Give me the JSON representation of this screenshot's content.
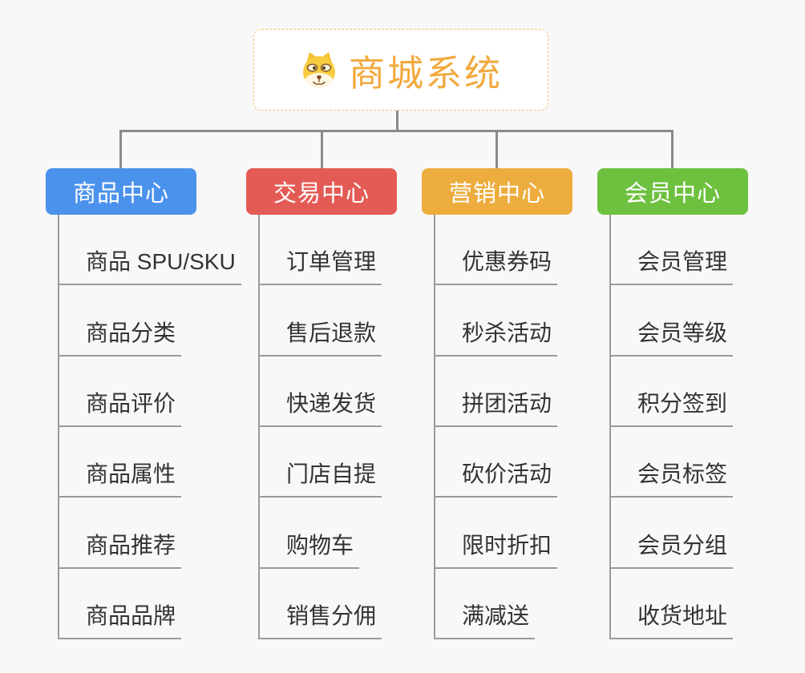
{
  "app": {
    "background_color": "#f8f8f8",
    "connector_color": "#8a8a8a",
    "leaf_line_color": "#9a9a9a",
    "leaf_text_color": "#333333"
  },
  "root": {
    "title": "商城系统",
    "icon": "shiba-dog-icon",
    "text_color": "#F2A93D",
    "border_color": "#f3c169"
  },
  "branches": [
    {
      "label": "商品中心",
      "color": "#4B92EC",
      "children": [
        "商品 SPU/SKU",
        "商品分类",
        "商品评价",
        "商品属性",
        "商品推荐",
        "商品品牌"
      ]
    },
    {
      "label": "交易中心",
      "color": "#E45B55",
      "children": [
        "订单管理",
        "售后退款",
        "快递发货",
        "门店自提",
        "购物车",
        "销售分佣"
      ]
    },
    {
      "label": "营销中心",
      "color": "#EDAD3E",
      "children": [
        "优惠券码",
        "秒杀活动",
        "拼团活动",
        "砍价活动",
        "限时折扣",
        "满减送"
      ]
    },
    {
      "label": "会员中心",
      "color": "#6EC13F",
      "children": [
        "会员管理",
        "会员等级",
        "积分签到",
        "会员标签",
        "会员分组",
        "收货地址"
      ]
    }
  ]
}
